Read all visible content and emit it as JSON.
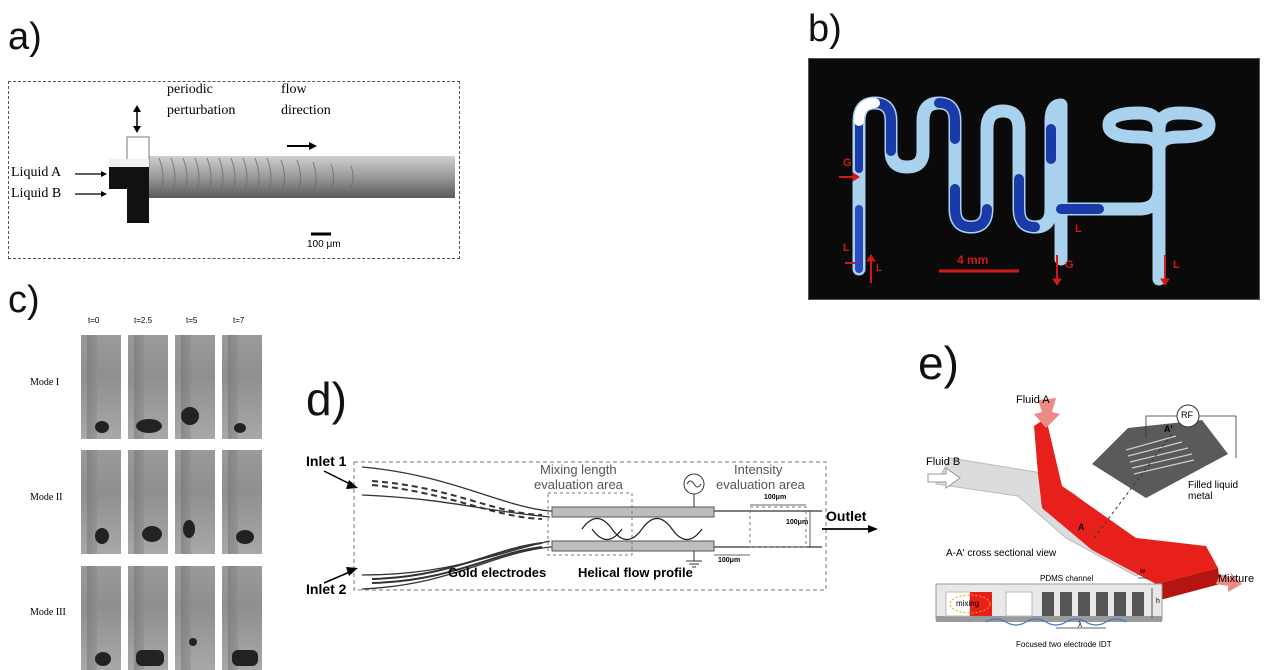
{
  "panel_labels": {
    "a": "a)",
    "b": "b)",
    "c": "c)",
    "d": "d)",
    "e": "e)"
  },
  "panel_a": {
    "top_label_1": "periodic",
    "top_label_2": "perturbation",
    "flow_label_1": "flow",
    "flow_label_2": "direction",
    "liquid_a": "Liquid A",
    "liquid_b": "Liquid B",
    "scale": "100 μm"
  },
  "panel_b": {
    "label_g_top": "G",
    "label_l_left": "L",
    "label_l_left2": "L",
    "label_l_mid": "L",
    "label_g_bottom": "G",
    "label_l_right": "L",
    "scale": "4 mm",
    "colors": {
      "background": "#0a0a0a",
      "channel": "#a9d2ef",
      "liquid": "#1a3aa8",
      "annotation": "#d01818"
    }
  },
  "panel_c": {
    "times": [
      "t=0",
      "t=2.5",
      "t=5",
      "t=7"
    ],
    "modes": [
      "Mode I",
      "Mode II",
      "Mode III"
    ]
  },
  "panel_d": {
    "inlet1": "Inlet 1",
    "inlet2": "Inlet 2",
    "mixing_1": "Mixing length",
    "mixing_2": "evaluation area",
    "intensity_1": "Intensity",
    "intensity_2": "evaluation area",
    "outlet": "Outlet",
    "gold": "Gold electrodes",
    "helical": "Helical flow profile",
    "dim_top": "100μm",
    "dim_right": "100μm",
    "dim_bottom": "100μm"
  },
  "panel_e": {
    "fluid_a": "Fluid A",
    "fluid_b": "Fluid B",
    "rf": "RF",
    "a_prime": "A'",
    "a": "A",
    "filled": "Filled liquid metal",
    "cross": "A-A' cross sectional view",
    "mixture": "Mixture",
    "pdms": "PDMS channel",
    "mixing": "mixing",
    "w": "w",
    "h": "h",
    "lambda": "λ",
    "idt": "Focused two electrode IDT",
    "colors": {
      "fluid": "#e8201c",
      "channel": "#d9d9d9",
      "electrode": "#555555"
    }
  }
}
